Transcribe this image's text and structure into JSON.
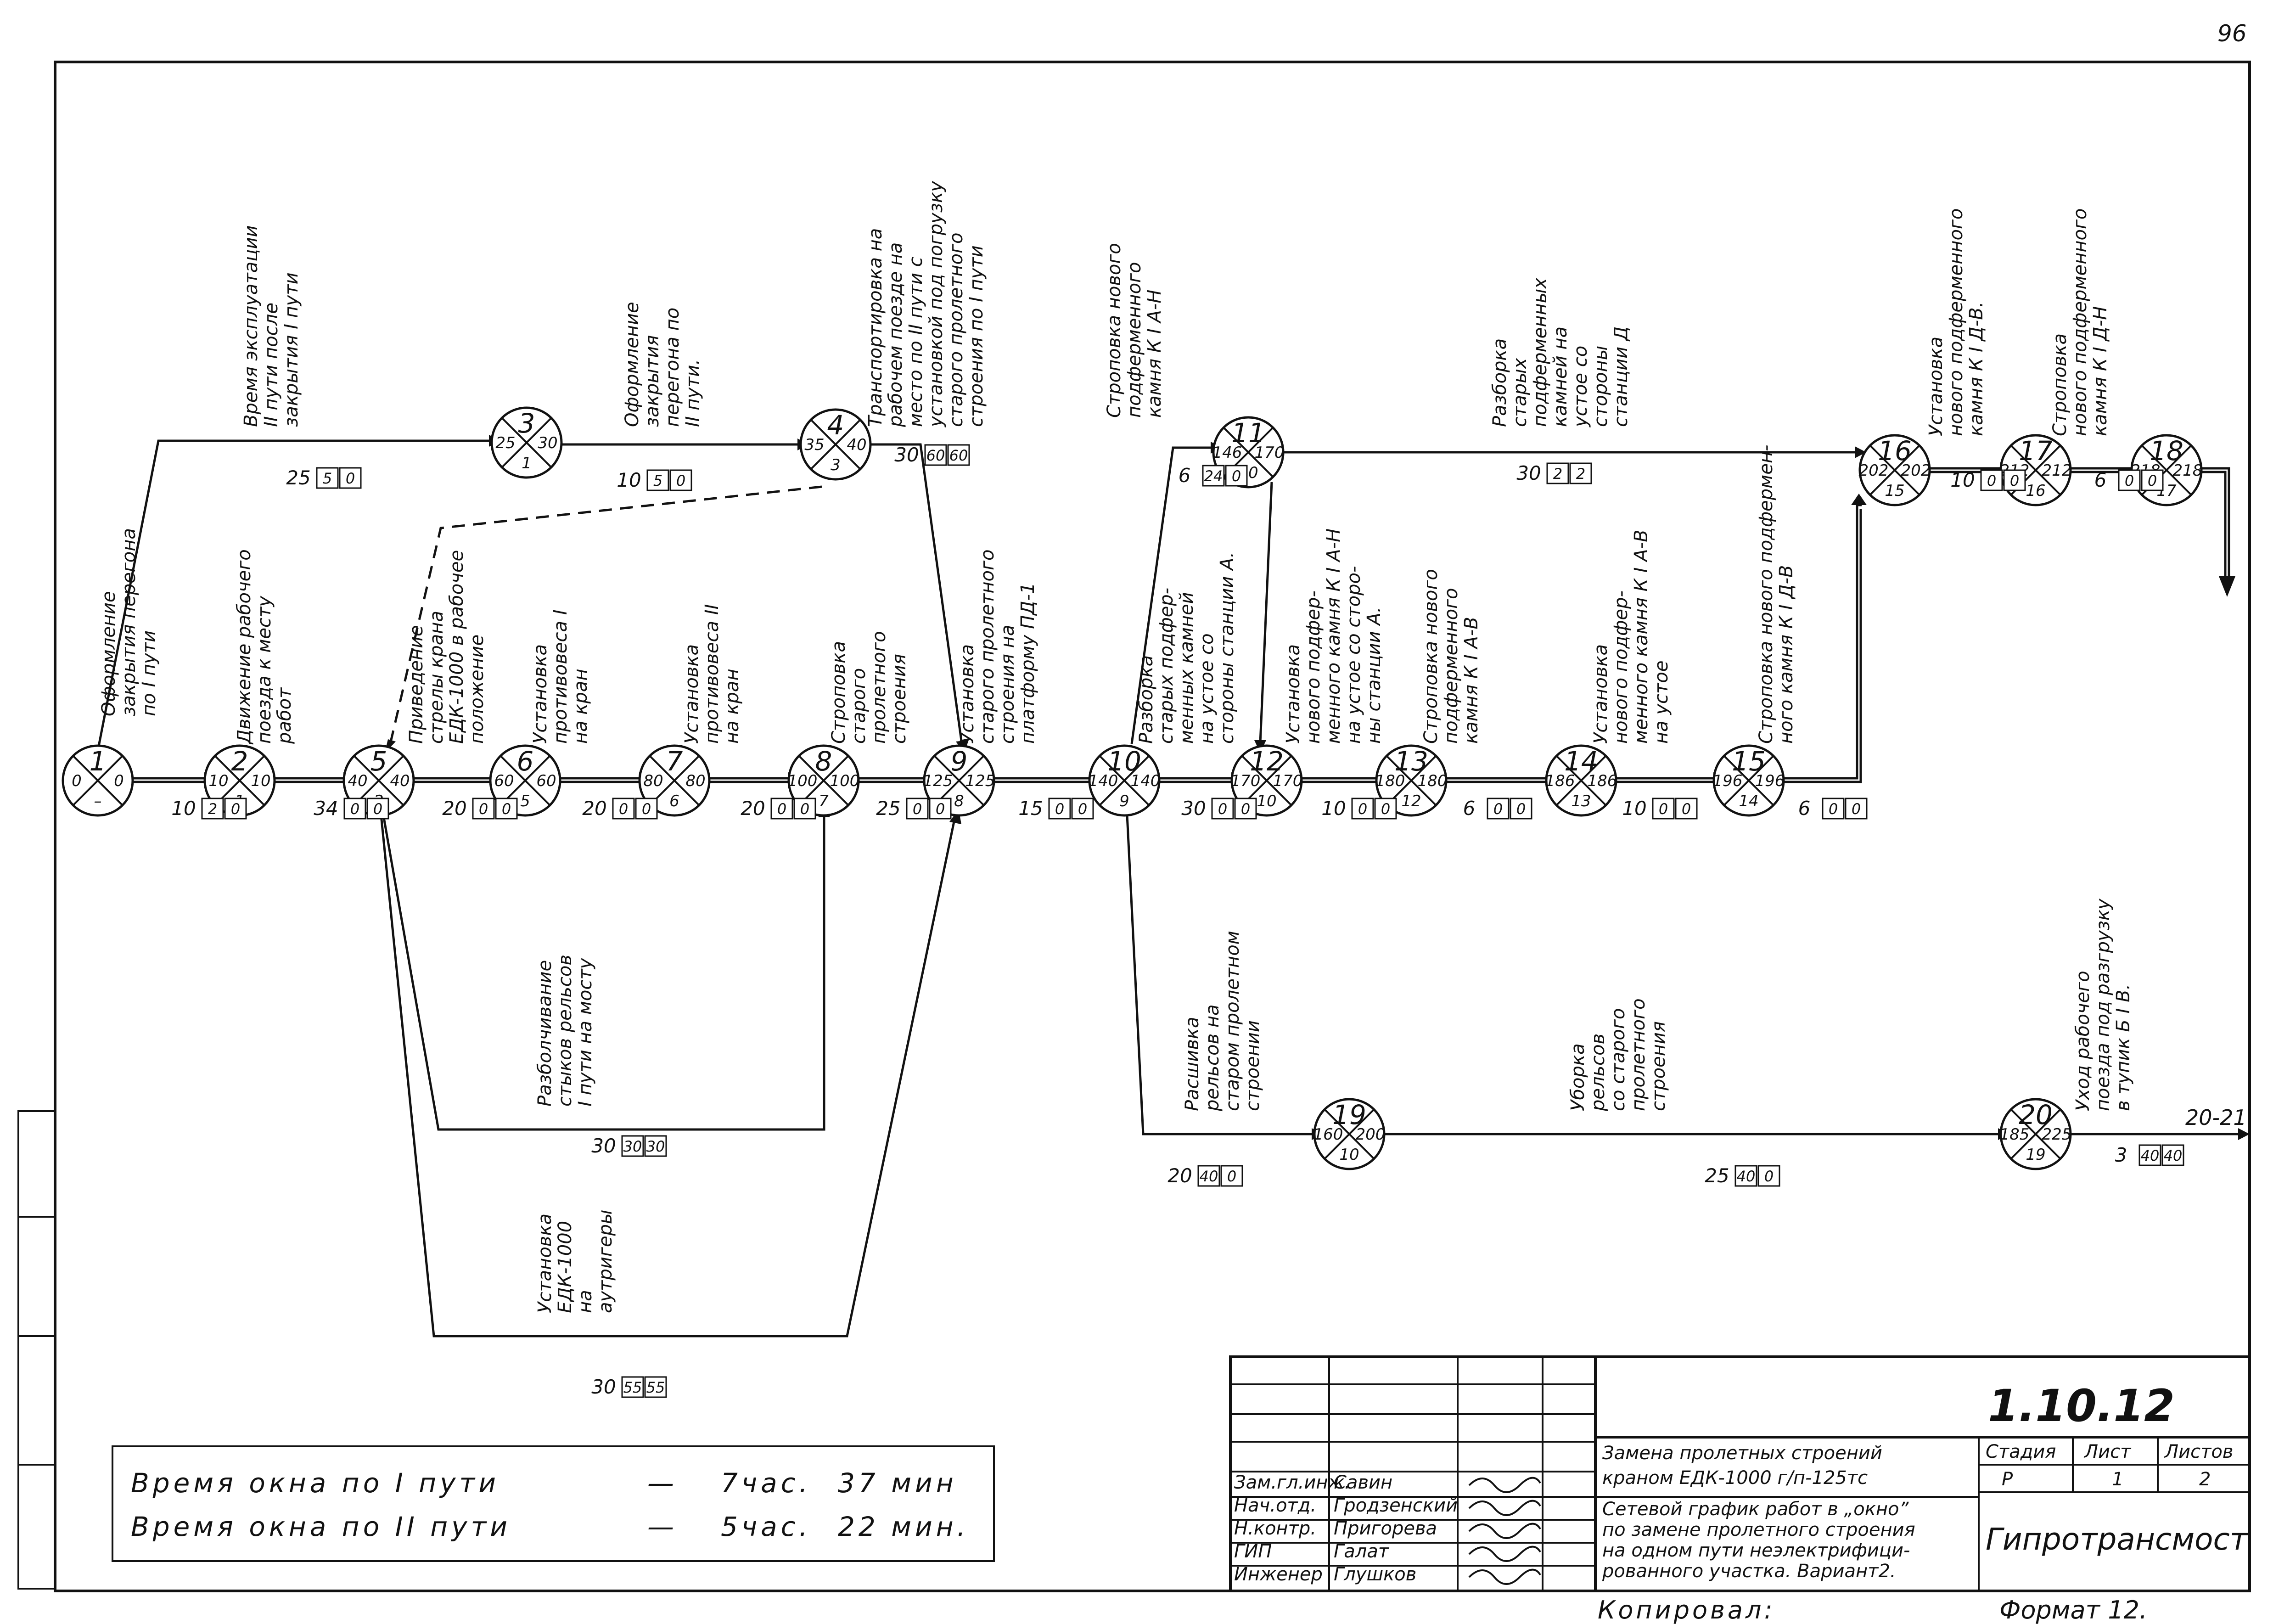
{
  "page_number": "96",
  "nodes": [
    {
      "id": "n1",
      "num": "1",
      "left": "0",
      "right": "0",
      "bottom": "–"
    },
    {
      "id": "n2",
      "num": "2",
      "left": "10",
      "right": "10",
      "bottom": "1"
    },
    {
      "id": "n3",
      "num": "3",
      "left": "25",
      "right": "30",
      "bottom": "1"
    },
    {
      "id": "n4",
      "num": "4",
      "left": "35",
      "right": "40",
      "bottom": "3"
    },
    {
      "id": "n5",
      "num": "5",
      "left": "40",
      "right": "40",
      "bottom": "2"
    },
    {
      "id": "n6",
      "num": "6",
      "left": "60",
      "right": "60",
      "bottom": "5"
    },
    {
      "id": "n7",
      "num": "7",
      "left": "80",
      "right": "80",
      "bottom": "6"
    },
    {
      "id": "n8",
      "num": "8",
      "left": "100",
      "right": "100",
      "bottom": "7"
    },
    {
      "id": "n9",
      "num": "9",
      "left": "125",
      "right": "125",
      "bottom": "8"
    },
    {
      "id": "n10",
      "num": "10",
      "left": "140",
      "right": "140",
      "bottom": "9"
    },
    {
      "id": "n11",
      "num": "11",
      "left": "146",
      "right": "170",
      "bottom": "10"
    },
    {
      "id": "n12",
      "num": "12",
      "left": "170",
      "right": "170",
      "bottom": "10"
    },
    {
      "id": "n13",
      "num": "13",
      "left": "180",
      "right": "180",
      "bottom": "12"
    },
    {
      "id": "n14",
      "num": "14",
      "left": "186",
      "right": "186",
      "bottom": "13"
    },
    {
      "id": "n15",
      "num": "15",
      "left": "196",
      "right": "196",
      "bottom": "14"
    },
    {
      "id": "n16",
      "num": "16",
      "left": "202",
      "right": "202",
      "bottom": "15"
    },
    {
      "id": "n17",
      "num": "17",
      "left": "212",
      "right": "212",
      "bottom": "16"
    },
    {
      "id": "n18",
      "num": "18",
      "left": "218",
      "right": "218",
      "bottom": "17"
    },
    {
      "id": "n19",
      "num": "19",
      "left": "160",
      "right": "200",
      "bottom": "10"
    },
    {
      "id": "n20",
      "num": "20",
      "left": "185",
      "right": "225",
      "bottom": "19"
    }
  ],
  "activities": [
    {
      "id": "a1_2",
      "text": [
        "Оформление",
        "закрытия перегона",
        "по I пути"
      ],
      "dur": "10",
      "res": [
        "2",
        "0"
      ]
    },
    {
      "id": "a1_3",
      "text": [
        "Время эксплуатации",
        "II пути после",
        "закрытия I пути"
      ],
      "dur": "25",
      "res": [
        "5",
        "0"
      ]
    },
    {
      "id": "a2_5",
      "text": [
        "Движение рабочего",
        "поезда к месту",
        "работ"
      ],
      "dur": "34",
      "res": [
        "0",
        "0"
      ]
    },
    {
      "id": "a3_4",
      "text": [
        "Оформление",
        "закрытия",
        "перегона по",
        "II пути."
      ],
      "dur": "10",
      "res": [
        "5",
        "0"
      ]
    },
    {
      "id": "a4_9",
      "text": [
        "Транспортировка на",
        "рабочем поезде на",
        "место по II пути с",
        "установкой под погрузку",
        "старого пролетного",
        "строения по I пути"
      ],
      "dur": "30",
      "res": [
        "60",
        "60"
      ]
    },
    {
      "id": "a5_6",
      "text": [
        "Приведение",
        "стрелы крана",
        "ЕДК-1000 в рабочее",
        "положение"
      ],
      "dur": "20",
      "res": [
        "0",
        "0"
      ]
    },
    {
      "id": "a6_7",
      "text": [
        "Установка",
        "противовеса I",
        "на кран"
      ],
      "dur": "20",
      "res": [
        "0",
        "0"
      ]
    },
    {
      "id": "a7_8",
      "text": [
        "Установка",
        "противовеса II",
        "на кран"
      ],
      "dur": "20",
      "res": [
        "0",
        "0"
      ]
    },
    {
      "id": "a8_9",
      "text": [
        "Строповка",
        "старого",
        "пролетного",
        "строения"
      ],
      "dur": "25",
      "res": [
        "0",
        "0"
      ]
    },
    {
      "id": "a9_10",
      "text": [
        "Установка",
        "старого пролетного",
        "строения на",
        "платформу ПД-1"
      ],
      "dur": "15",
      "res": [
        "0",
        "0"
      ]
    },
    {
      "id": "a10_12",
      "text": [
        "Разборка",
        "старых подфер-",
        "менных камней",
        "на устое со",
        "стороны станции А."
      ],
      "dur": "30",
      "res": [
        "0",
        "0"
      ]
    },
    {
      "id": "a10_11",
      "text": [
        "Строповка нового",
        "подферменного",
        "камня К I А-Н"
      ],
      "dur": "6",
      "res": [
        "24",
        "0"
      ]
    },
    {
      "id": "a11_16",
      "text": [
        "Разборка",
        "старых",
        "подферменных",
        "камней на",
        "устое со",
        "стороны",
        "станции Д"
      ],
      "dur": "30",
      "res": [
        "2",
        "2"
      ]
    },
    {
      "id": "a12_13",
      "text": [
        "Установка",
        "нового подфер-",
        "менного камня К I А-Н",
        "на устое со сторо-",
        "ны станции А."
      ],
      "dur": "10",
      "res": [
        "0",
        "0"
      ]
    },
    {
      "id": "a13_14",
      "text": [
        "Строповка нового",
        "подферменного",
        "камня К I А-В"
      ],
      "dur": "6",
      "res": [
        "0",
        "0"
      ]
    },
    {
      "id": "a14_15",
      "text": [
        "Установка",
        "нового подфер-",
        "менного камня К I А-В",
        "на устое"
      ],
      "dur": "10",
      "res": [
        "0",
        "0"
      ]
    },
    {
      "id": "a15_16",
      "text": [
        "Строповка нового подфермен-",
        "ного камня К I Д-В"
      ],
      "dur": "6",
      "res": [
        "0",
        "0"
      ]
    },
    {
      "id": "a16_17",
      "text": [
        "Установка",
        "нового подферменного",
        "камня К I Д-В."
      ],
      "dur": "10",
      "res": [
        "0",
        "0"
      ]
    },
    {
      "id": "a17_18",
      "text": [
        "Строповка",
        "нового подферменного",
        "камня К I Д-Н"
      ],
      "dur": "6",
      "res": [
        "0",
        "0"
      ]
    },
    {
      "id": "a5_8",
      "text": [
        "Разболчивание",
        "стыков рельсов",
        "I пути на мосту"
      ],
      "dur": "30",
      "res": [
        "30",
        "30"
      ]
    },
    {
      "id": "a5_9",
      "text": [
        "Установка",
        "ЕДК-1000",
        "на",
        "аутригеры"
      ],
      "dur": "30",
      "res": [
        "55",
        "55"
      ]
    },
    {
      "id": "a10_19",
      "text": [
        "Расшивка",
        "рельсов на",
        "старом пролетном",
        "строении"
      ],
      "dur": "20",
      "res": [
        "40",
        "0"
      ]
    },
    {
      "id": "a19_20",
      "text": [
        "Уборка",
        "рельсов",
        "со старого",
        "пролетного",
        "строения"
      ],
      "dur": "25",
      "res": [
        "40",
        "0"
      ]
    },
    {
      "id": "a20_21",
      "text": [
        "Уход рабочего",
        "поезда под разгрузку",
        "в тупик Б I В."
      ],
      "dur": "3",
      "res": [
        "40",
        "40"
      ]
    }
  ],
  "exit_label": "20-21",
  "window_time": {
    "row1": {
      "label": "Время окна по I пути",
      "dash": "—",
      "hours": "7час.",
      "minutes": "37 мин"
    },
    "row2": {
      "label": "Время окна по II пути",
      "dash": "—",
      "hours": "5час.",
      "minutes": "22 мин."
    }
  },
  "title_block": {
    "drawing_no": "1.10.12",
    "people": [
      {
        "role": "Зам.гл.инж.",
        "name": "Савин"
      },
      {
        "role": "Нач.отд.",
        "name": "Гродзенский"
      },
      {
        "role": "Н.контр.",
        "name": "Пригорева"
      },
      {
        "role": "ГИП",
        "name": "Галат"
      },
      {
        "role": "Инженер",
        "name": "Глушков"
      }
    ],
    "title_lines": [
      "Замена пролетных строений",
      "краном ЕДК-1000 г/п-125тс"
    ],
    "desc_lines": [
      "Сетевой график работ в „окно”",
      "по замене пролетного строения",
      "на одном пути неэлектрифици-",
      "рованного участка. Вариант2."
    ],
    "stage_h": "Стадия",
    "sheet_h": "Лист",
    "sheets_h": "Листов",
    "stage": "Р",
    "sheet": "1",
    "sheets": "2",
    "org": "Гипротрансмост"
  },
  "copied_by": "Копировал:",
  "format": "Формат 12."
}
